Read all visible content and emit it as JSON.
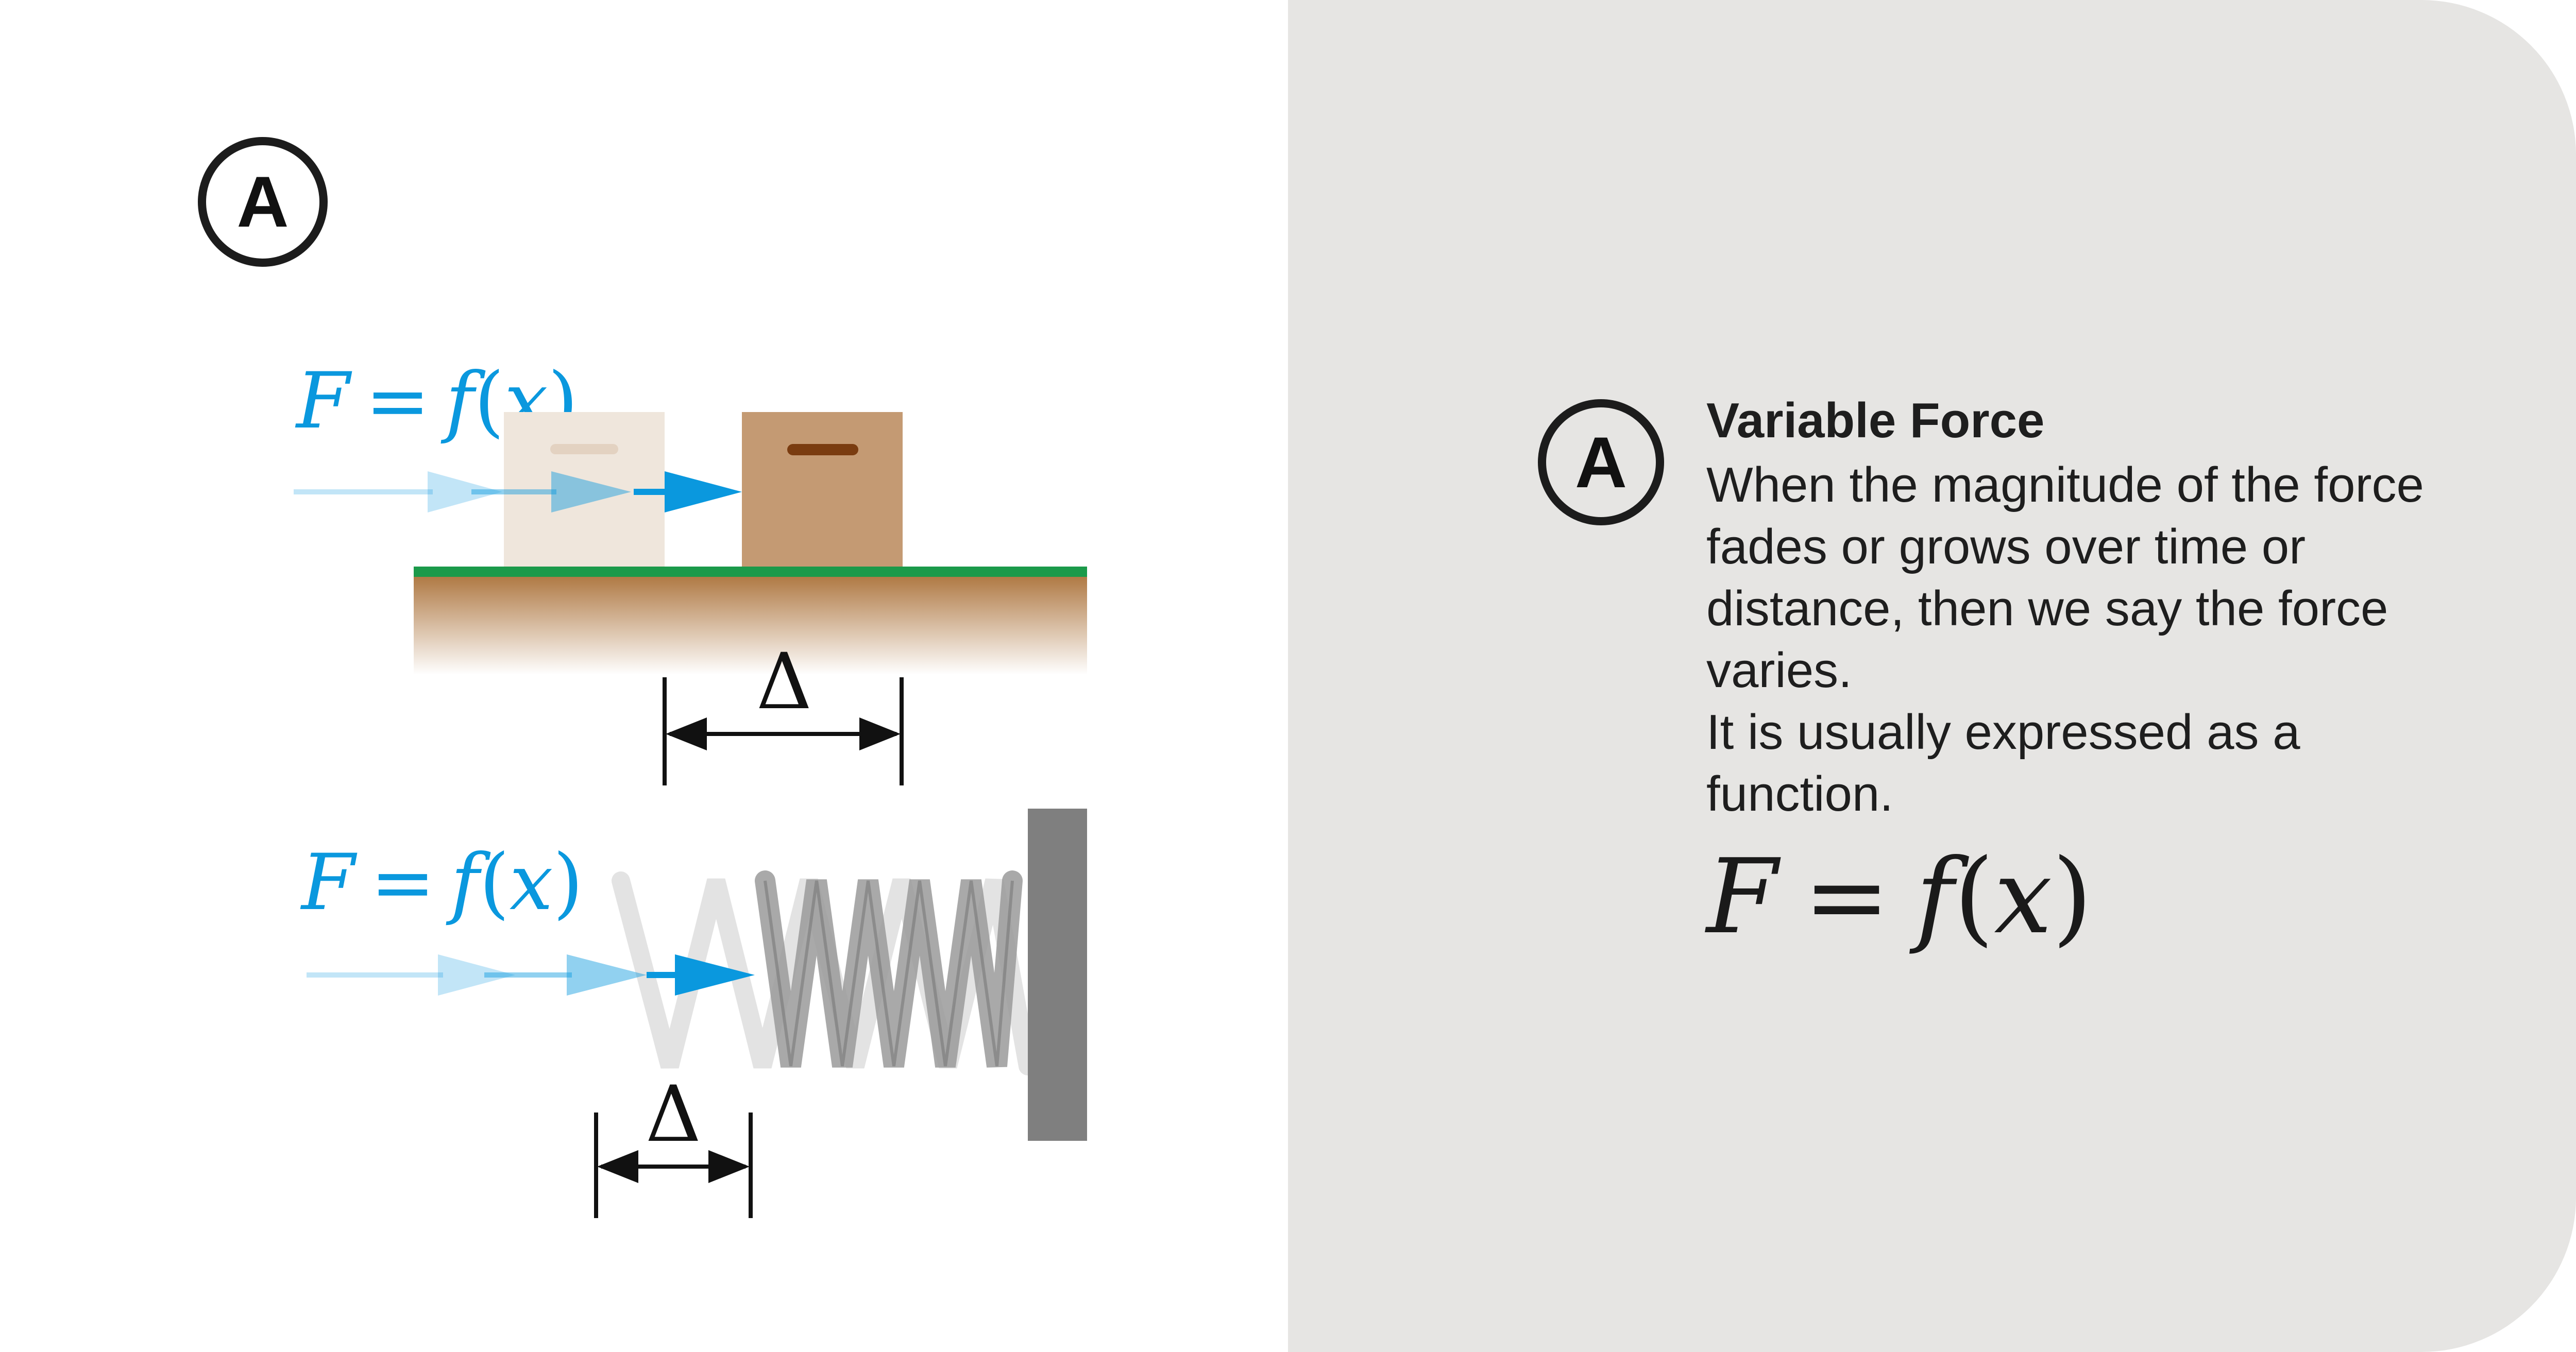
{
  "labels": {
    "badge": "A",
    "formula": {
      "lhs": "F",
      "eq": "=",
      "fn": "f",
      "open": "(",
      "var": "x",
      "close": ")"
    },
    "delta": "Δ"
  },
  "panel": {
    "badge": "A",
    "title": "Variable Force",
    "body": [
      "When the magnitude of the force fades or grows over time or distance, then we say the force varies.",
      "It is usually expressed as a function."
    ],
    "formula": {
      "lhs": "F",
      "eq": "=",
      "fn": "f",
      "open": "(",
      "var": "x",
      "close": ")"
    }
  },
  "colors": {
    "force_arrow": "#0a98de",
    "ground_green": "#1b9a4a",
    "ground_soil": "#b07a45",
    "box": "#c49a73",
    "box_handle": "#7a3c10",
    "wall": "#7f7f7f",
    "spring": "#9a9a9a",
    "panel_bg": "#e6e5e3"
  }
}
